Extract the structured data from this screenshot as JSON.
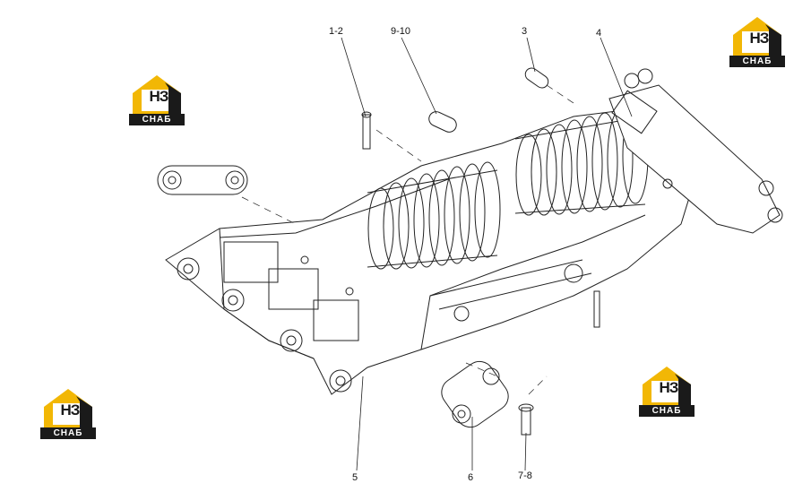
{
  "callouts": {
    "c1": "1-2",
    "c2": "9-10",
    "c3": "3",
    "c4": "4",
    "c5": "5",
    "c6": "6",
    "c7": "7-8"
  },
  "logo": {
    "mark": "НЗ",
    "word": "СНАБ",
    "colors": {
      "primary": "#f2b705",
      "dark": "#1a1a1a"
    }
  },
  "colors": {
    "line": "#222222",
    "background": "#ffffff"
  }
}
